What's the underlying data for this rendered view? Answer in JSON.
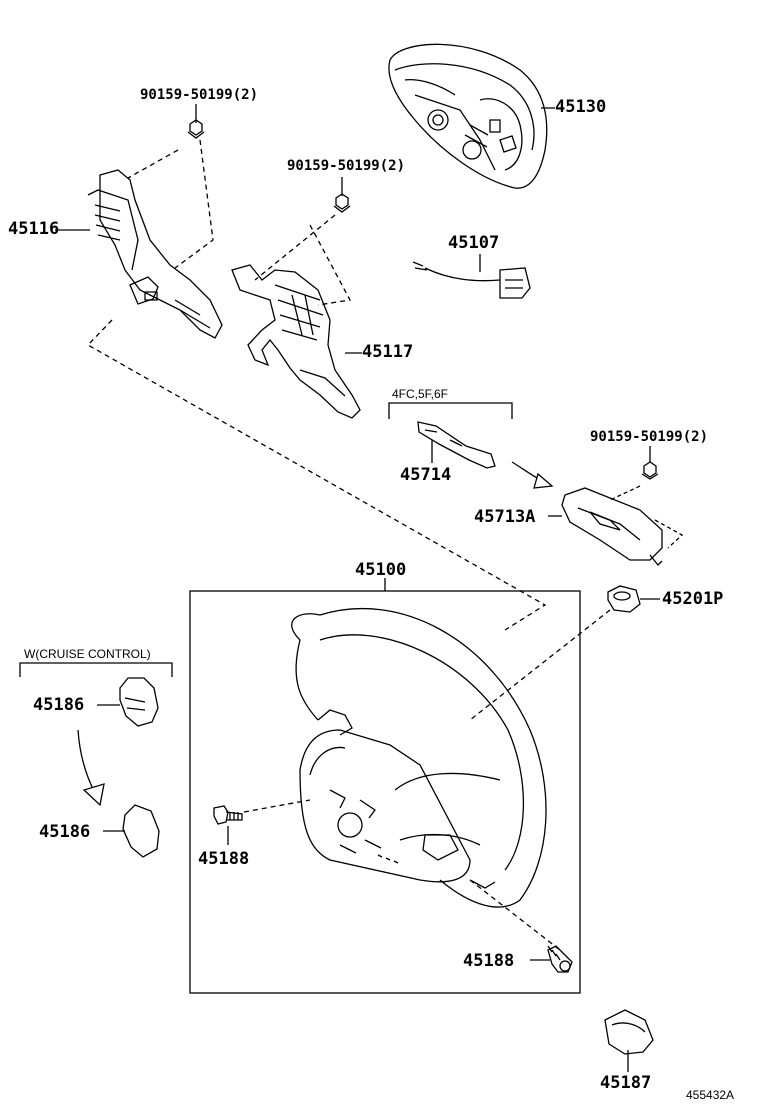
{
  "diagram": {
    "figure_id": "455432A",
    "group_labels": {
      "cruise_control": "W(CRUISE CONTROL)",
      "variant": "4FC,5F,6F"
    },
    "parts": {
      "airbag": "45130",
      "bolt_top_left": "90159-50199(2)",
      "bolt_center": "90159-50199(2)",
      "bolt_right": "90159-50199(2)",
      "left_cover": "45116",
      "right_cover": "45117",
      "harness": "45107",
      "bracket": "45714",
      "switch_assy": "45713A",
      "wheel_assy": "45100",
      "nut": "45201P",
      "cruise_switch_1": "45186",
      "cruise_switch_2": "45186",
      "screw_left": "45188",
      "screw_bottom": "45188",
      "cap": "45187"
    }
  }
}
